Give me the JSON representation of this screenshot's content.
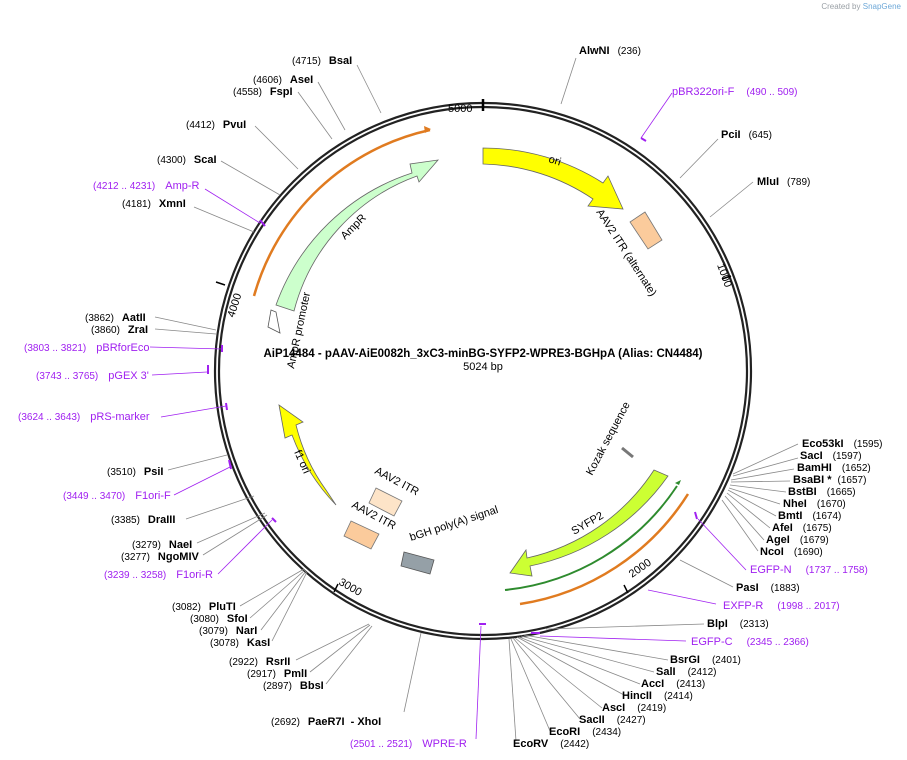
{
  "title": "AiP14484 - pAAV-AiE0082h_3xC3-minBG-SYFP2-WPRE3-BGHpA (Alias: CN4484)",
  "length_text": "5024 bp",
  "watermark": {
    "prefix": "Created by",
    "brand": "SnapGene"
  },
  "ticks": [
    "1000",
    "2000",
    "3000",
    "4000",
    "5000"
  ],
  "features": {
    "ori": "ori",
    "aav2_itr_alt": "AAV2 ITR (alternate)",
    "kozak": "Kozak sequence",
    "syfp2": "SYFP2",
    "bgh": "bGH poly(A) signal",
    "aav2_itr_1": "AAV2 ITR",
    "aav2_itr_2": "AAV2 ITR",
    "f1ori": "f1 ori",
    "ampr_promoter": "AmpR promoter",
    "ampr": "AmpR"
  },
  "enzymes": [
    {
      "key": "alwni",
      "name": "AlwNI",
      "pos": "(236)"
    },
    {
      "key": "pcii",
      "name": "PciI",
      "pos": "(645)"
    },
    {
      "key": "mlui",
      "name": "MluI",
      "pos": "(789)"
    },
    {
      "key": "eco53ki",
      "name": "Eco53kI",
      "pos": "(1595)"
    },
    {
      "key": "saci",
      "name": "SacI",
      "pos": "(1597)"
    },
    {
      "key": "bamhi",
      "name": "BamHI",
      "pos": "(1652)"
    },
    {
      "key": "bsabi",
      "name": "BsaBI *",
      "pos": "(1657)"
    },
    {
      "key": "bstbi",
      "name": "BstBI",
      "pos": "(1665)"
    },
    {
      "key": "nhei",
      "name": "NheI",
      "pos": "(1670)"
    },
    {
      "key": "bmti",
      "name": "BmtI",
      "pos": "(1674)"
    },
    {
      "key": "afei",
      "name": "AfeI",
      "pos": "(1675)"
    },
    {
      "key": "agei",
      "name": "AgeI",
      "pos": "(1679)"
    },
    {
      "key": "ncoi",
      "name": "NcoI",
      "pos": "(1690)"
    },
    {
      "key": "pasi",
      "name": "PasI",
      "pos": "(1883)"
    },
    {
      "key": "blpi",
      "name": "BlpI",
      "pos": "(2313)"
    },
    {
      "key": "bsrgi",
      "name": "BsrGI",
      "pos": "(2401)"
    },
    {
      "key": "sali",
      "name": "SalI",
      "pos": "(2412)"
    },
    {
      "key": "acci",
      "name": "AccI",
      "pos": "(2413)"
    },
    {
      "key": "hincii",
      "name": "HincII",
      "pos": "(2414)"
    },
    {
      "key": "asci",
      "name": "AscI",
      "pos": "(2419)"
    },
    {
      "key": "sacii",
      "name": "SacII",
      "pos": "(2427)"
    },
    {
      "key": "ecori",
      "name": "EcoRI",
      "pos": "(2434)"
    },
    {
      "key": "ecorv",
      "name": "EcoRV",
      "pos": "(2442)"
    },
    {
      "key": "paer7i",
      "name": "PaeR7I",
      "pos": "(2692)"
    },
    {
      "key": "xhoi",
      "name": "- XhoI",
      "pos": ""
    },
    {
      "key": "bbsi",
      "name": "BbsI",
      "pos": "(2897)"
    },
    {
      "key": "pmli",
      "name": "PmlI",
      "pos": "(2917)"
    },
    {
      "key": "rsrii",
      "name": "RsrII",
      "pos": "(2922)"
    },
    {
      "key": "kasi",
      "name": "KasI",
      "pos": "(3078)"
    },
    {
      "key": "nari",
      "name": "NarI",
      "pos": "(3079)"
    },
    {
      "key": "sfoi",
      "name": "SfoI",
      "pos": "(3080)"
    },
    {
      "key": "pluti",
      "name": "PluTI",
      "pos": "(3082)"
    },
    {
      "key": "ngomiv",
      "name": "NgoMIV",
      "pos": "(3277)"
    },
    {
      "key": "naei",
      "name": "NaeI",
      "pos": "(3279)"
    },
    {
      "key": "draiii",
      "name": "DraIII",
      "pos": "(3385)"
    },
    {
      "key": "psii",
      "name": "PsiI",
      "pos": "(3510)"
    },
    {
      "key": "zrai",
      "name": "ZraI",
      "pos": "(3860)"
    },
    {
      "key": "aatii",
      "name": "AatII",
      "pos": "(3862)"
    },
    {
      "key": "xmni",
      "name": "XmnI",
      "pos": "(4181)"
    },
    {
      "key": "scai",
      "name": "ScaI",
      "pos": "(4300)"
    },
    {
      "key": "pvui",
      "name": "PvuI",
      "pos": "(4412)"
    },
    {
      "key": "fspi",
      "name": "FspI",
      "pos": "(4558)"
    },
    {
      "key": "asei",
      "name": "AseI",
      "pos": "(4606)"
    },
    {
      "key": "bsai",
      "name": "BsaI",
      "pos": "(4715)"
    }
  ],
  "primers": [
    {
      "key": "pbr322ori",
      "name": "pBR322ori-F",
      "pos": "(490 .. 509)"
    },
    {
      "key": "egfpn",
      "name": "EGFP-N",
      "pos": "(1737 .. 1758)"
    },
    {
      "key": "exfpr",
      "name": "EXFP-R",
      "pos": "(1998 .. 2017)"
    },
    {
      "key": "egfpc",
      "name": "EGFP-C",
      "pos": "(2345 .. 2366)"
    },
    {
      "key": "wprer",
      "name": "WPRE-R",
      "pos": "(2501 .. 2521)"
    },
    {
      "key": "f1orir",
      "name": "F1ori-R",
      "pos": "(3239 .. 3258)"
    },
    {
      "key": "f1orif",
      "name": "F1ori-F",
      "pos": "(3449 .. 3470)"
    },
    {
      "key": "prsmarker",
      "name": "pRS-marker",
      "pos": "(3624 .. 3643)"
    },
    {
      "key": "pgex3",
      "name": "pGEX 3'",
      "pos": "(3743 .. 3765)"
    },
    {
      "key": "pbrforeco",
      "name": "pBRforEco",
      "pos": "(3803 .. 3821)"
    },
    {
      "key": "ampr",
      "name": "Amp-R",
      "pos": "(4212 .. 4231)"
    }
  ]
}
